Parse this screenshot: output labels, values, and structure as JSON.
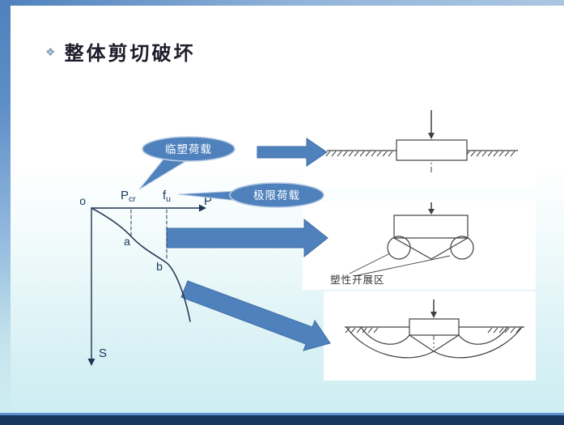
{
  "slide": {
    "bullet_glyph": "❖",
    "title": "整体剪切破坏"
  },
  "curve": {
    "origin": "o",
    "p_axis": "P",
    "s_axis": "S",
    "pcr_main": "P",
    "pcr_sub": "cr",
    "fu_main": "f",
    "fu_sub": "u",
    "point_a": "a",
    "point_b": "b"
  },
  "callouts": {
    "plastic": "临塑荷载",
    "ultimate": "极限荷载"
  },
  "diagrams": {
    "plastic_zone": "塑性开展区"
  },
  "colors": {
    "accent": "#4f81bd",
    "accent_dark": "#3f6ea5",
    "callout_stroke": "#b8cce4",
    "navy": "#17375e",
    "diagram_line": "#404040"
  }
}
